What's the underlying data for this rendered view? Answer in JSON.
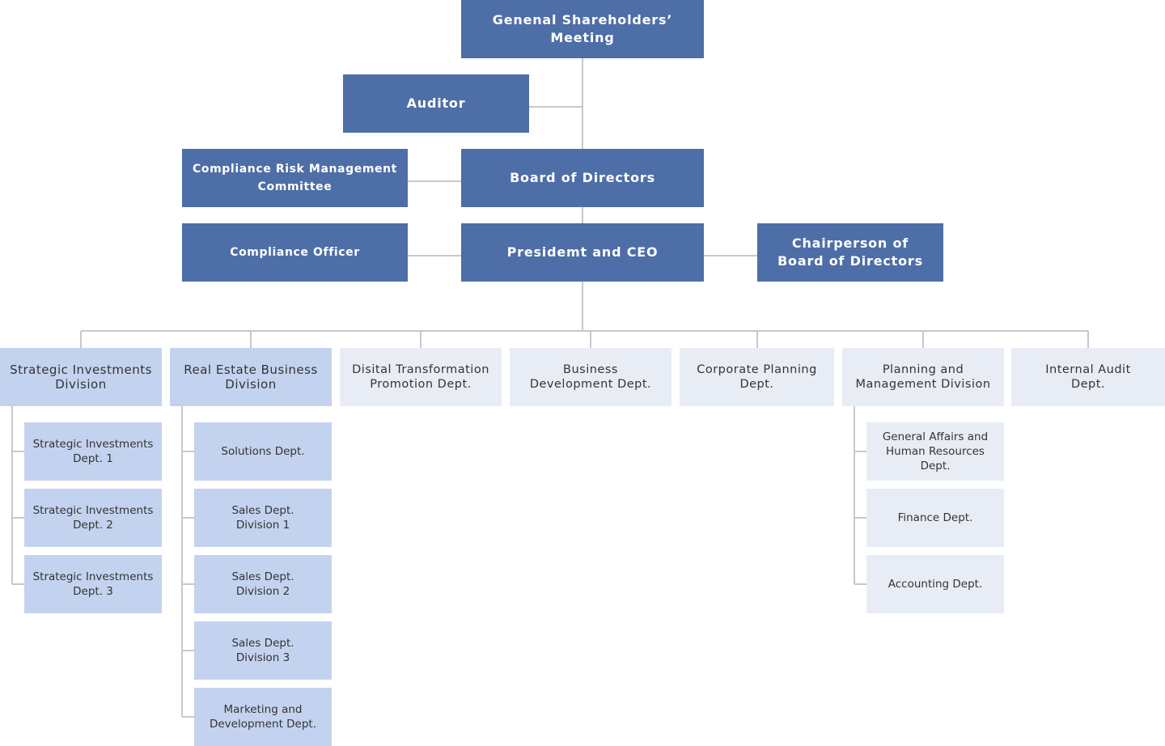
{
  "top": {
    "shareholders": "Genenal Shareholders’ Meeting",
    "auditor": "Auditor",
    "board": "Board of Directors",
    "compliance_committee": "Compliance Risk Management Committee",
    "compliance_officer": "Compliance Officer",
    "president": "Presidemt and CEO",
    "chairperson": "Chairperson of Board of Directors"
  },
  "divisions": {
    "strategic": {
      "title": "Strategic Investments Division",
      "depts": [
        "Strategic Investments Dept. 1",
        "Strategic Investments Dept. 2",
        "Strategic Investments Dept. 3"
      ]
    },
    "real_estate": {
      "title": "Real Estate Business Division",
      "depts": [
        "Solutions Dept.",
        "Sales Dept. Division 1",
        "Sales Dept. Division 2",
        "Sales Dept. Division 3",
        "Marketing and Development Dept."
      ]
    },
    "digital": {
      "title": "Disital Transformation Promotion Dept."
    },
    "business_dev": {
      "title": "Business Development Dept."
    },
    "corporate_planning": {
      "title": "Corporate Planning Dept."
    },
    "planning_mgmt": {
      "title": "Planning and Management Division",
      "depts": [
        "General Affairs and Human Resources Dept.",
        "Finance Dept.",
        "Accounting Dept."
      ]
    },
    "internal_audit": {
      "title": "Internal Audit Dept."
    }
  },
  "colors": {
    "executive": "#4e6ea8",
    "division": "#c3d3ef",
    "department": "#e8edf5",
    "connector": "#c8c8c8"
  }
}
